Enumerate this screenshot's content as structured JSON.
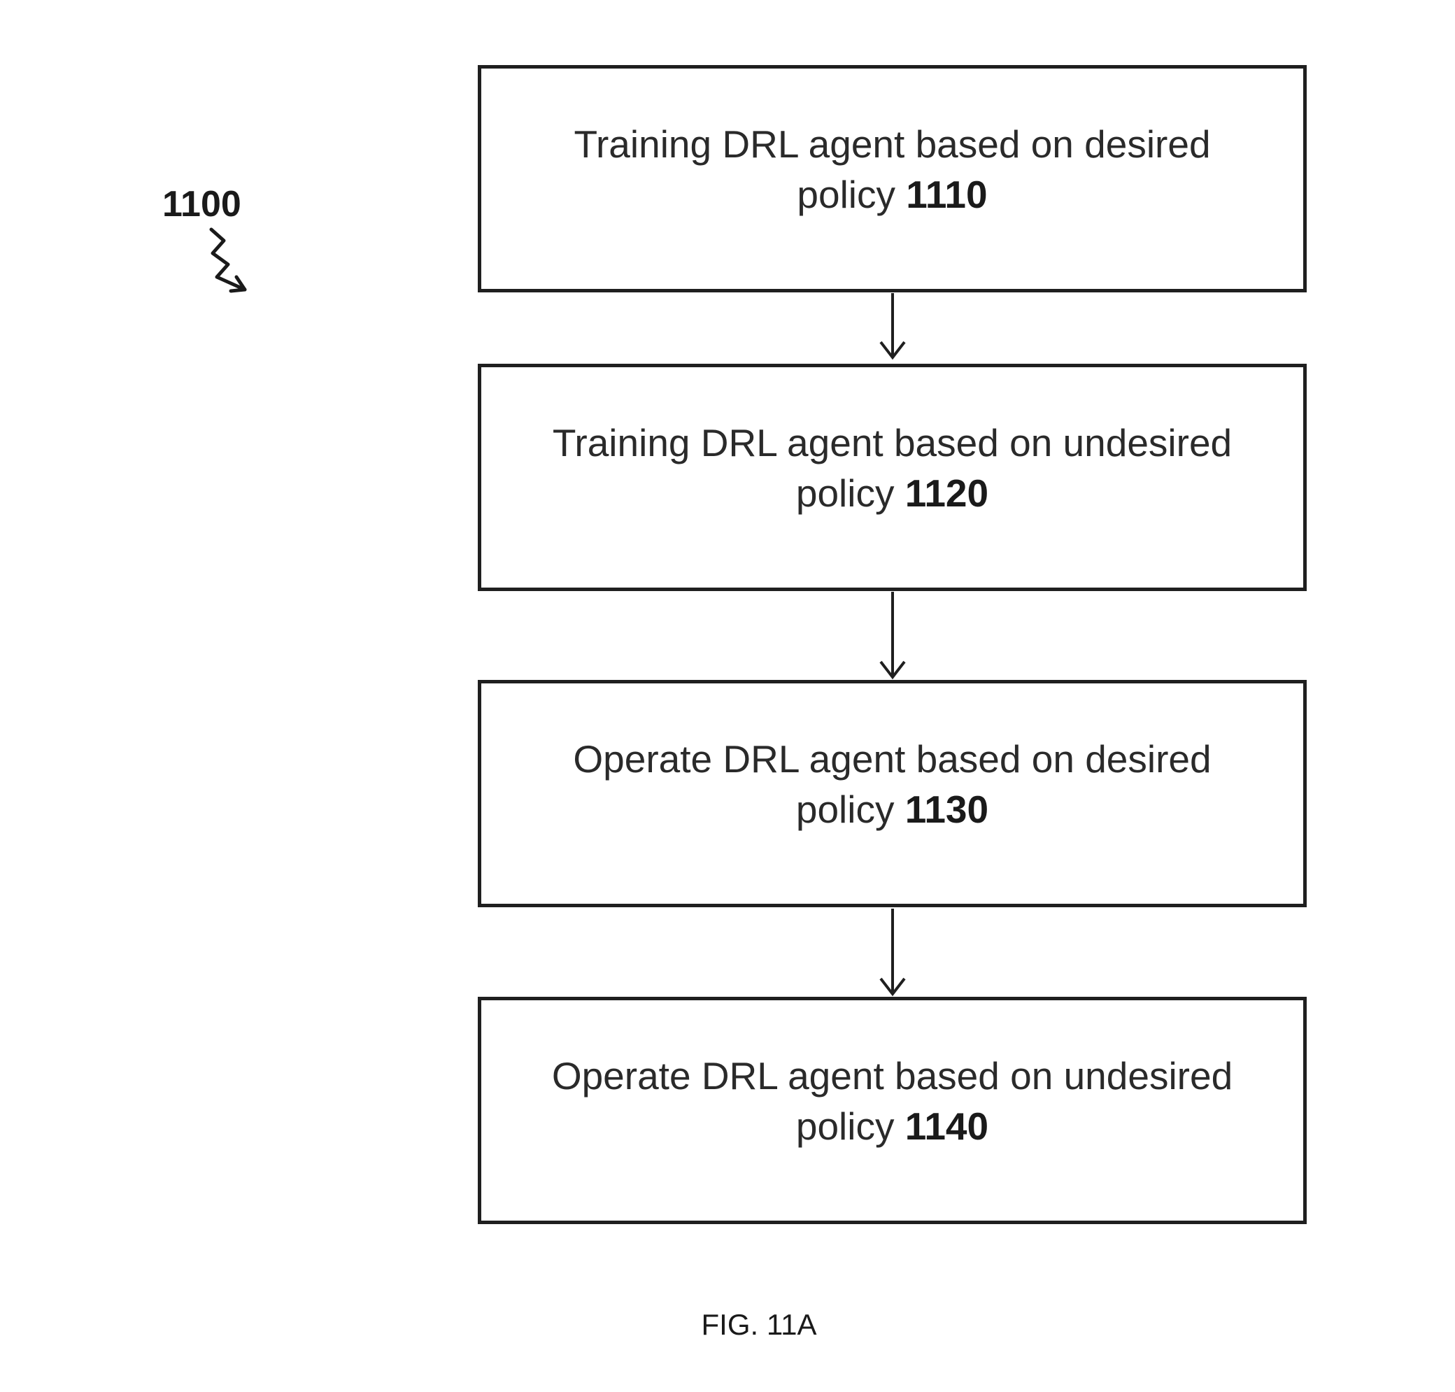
{
  "diagram": {
    "reference_label": "1100",
    "steps": [
      {
        "text_line1": "Training DRL agent based on desired",
        "text_line2": "policy",
        "number": "1110"
      },
      {
        "text_line1": "Training DRL agent based on undesired",
        "text_line2": "policy",
        "number": "1120"
      },
      {
        "text_line1": "Operate DRL agent based on desired",
        "text_line2": "policy",
        "number": "1130"
      },
      {
        "text_line1": "Operate DRL agent based on undesired",
        "text_line2": "policy",
        "number": "1140"
      }
    ],
    "figure_caption": "FIG. 11A"
  }
}
